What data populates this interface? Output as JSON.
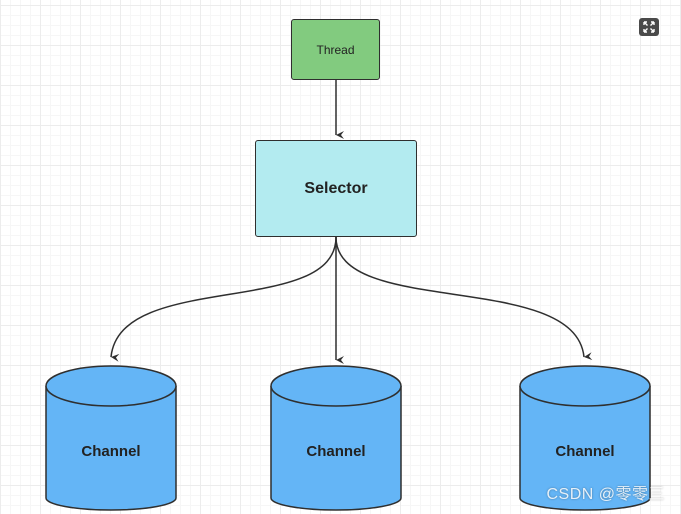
{
  "diagram": {
    "thread_label": "Thread",
    "selector_label": "Selector",
    "channels": [
      {
        "label": "Channel"
      },
      {
        "label": "Channel"
      },
      {
        "label": "Channel"
      }
    ]
  },
  "toolbar": {
    "fullscreen_icon": "fullscreen-icon"
  },
  "watermark": "CSDN @零零三",
  "colors": {
    "thread_fill": "#82cb7f",
    "selector_fill": "#b3ebf0",
    "channel_fill": "#64b5f6",
    "stroke": "#2f2f2f"
  }
}
